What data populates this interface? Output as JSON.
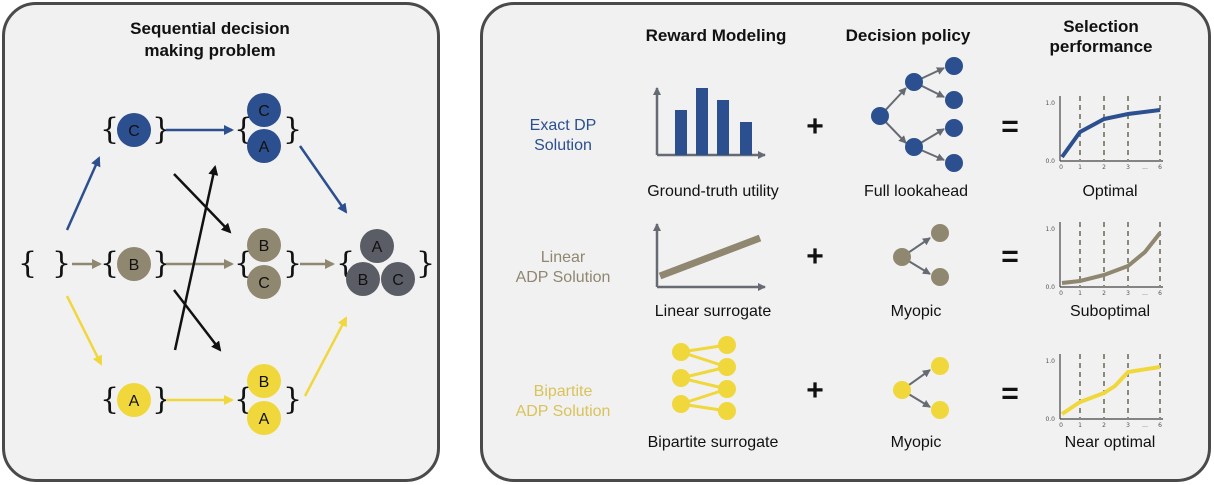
{
  "colors": {
    "blue": "#2c4f8f",
    "tan": "#8f8770",
    "yellow": "#f0d73c",
    "dark": "#5a5d66",
    "black": "#111111"
  },
  "left": {
    "title_line1": "Sequential decision",
    "title_line2": "making problem",
    "nodes": {
      "c": "C",
      "b": "B",
      "a": "A"
    },
    "braces": {
      "open": "{",
      "close": "}"
    }
  },
  "right": {
    "headers": {
      "reward": "Reward Modeling",
      "policy": "Decision policy",
      "perf_line1": "Selection",
      "perf_line2": "performance"
    },
    "operators": {
      "plus": "+",
      "equals": "="
    },
    "rows": [
      {
        "label_line1": "Exact DP",
        "label_line2": "Solution",
        "reward_caption": "Ground-truth utility",
        "policy_caption": "Full lookahead",
        "perf_caption": "Optimal"
      },
      {
        "label_line1": "Linear",
        "label_line2": "ADP Solution",
        "reward_caption": "Linear surrogate",
        "policy_caption": "Myopic",
        "perf_caption": "Suboptimal"
      },
      {
        "label_line1": "Bipartite",
        "label_line2": "ADP Solution",
        "reward_caption": "Bipartite surrogate",
        "policy_caption": "Myopic",
        "perf_caption": "Near optimal"
      }
    ],
    "mini_chart_ticks": {
      "y": [
        "1.0",
        "0.0"
      ],
      "x": [
        "0",
        "1",
        "2",
        "3",
        "...",
        "6"
      ]
    }
  }
}
